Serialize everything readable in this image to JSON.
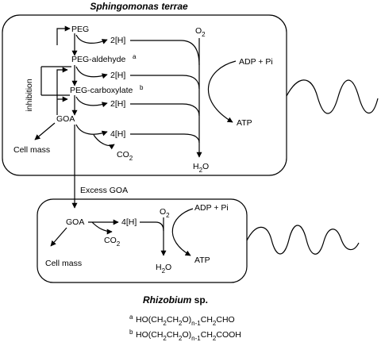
{
  "top_organism": {
    "name": "Sphingomonas terrae"
  },
  "bottom_organism": {
    "genus": "Rhizobium",
    "suffix": " sp."
  },
  "labels": {
    "peg": "PEG",
    "peg_aldehyde": "PEG-aldehyde",
    "peg_aldehyde_mark": "a",
    "peg_carboxylate": "PEG-carboxylate",
    "peg_carboxylate_mark": "b",
    "goa": "GOA",
    "inhibition": "inhibition",
    "h2_1": "2[H]",
    "h2_2": "2[H]",
    "h2_3": "2[H]",
    "h4": "4[H]",
    "o2": "O",
    "o2_sub": "2",
    "adp_pi": "ADP + Pi",
    "atp": "ATP",
    "h2o_h": "H",
    "h2o_sub": "2",
    "h2o_o": "O",
    "co2": "CO",
    "co2_sub": "2",
    "cell_mass": "Cell mass",
    "excess_goa": "Excess GOA"
  },
  "rhizobium_labels": {
    "goa": "GOA",
    "h4": "4[H]",
    "o2": "O",
    "o2_sub": "2",
    "adp_pi": "ADP + Pi",
    "atp": "ATP",
    "co2": "CO",
    "co2_sub": "2",
    "h2o_h": "H",
    "h2o_sub": "2",
    "h2o_o": "O",
    "cell_mass": "Cell mass"
  },
  "footnotes": [
    {
      "mark": "a",
      "parts": [
        "HO(CH",
        "2",
        "CH",
        "2",
        "O)",
        "n-1",
        "CH",
        "2",
        "CHO"
      ]
    },
    {
      "mark": "b",
      "parts": [
        "HO(CH",
        "2",
        "CH",
        "2",
        "O)",
        "n-1",
        "CH",
        "2",
        "COOH"
      ]
    }
  ]
}
